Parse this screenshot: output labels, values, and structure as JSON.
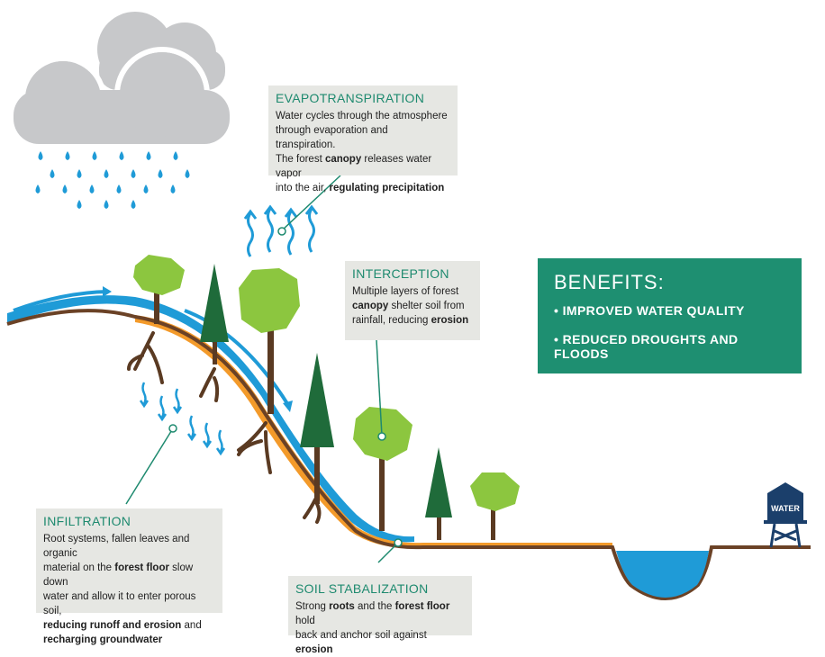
{
  "evapotranspiration": {
    "title": "EVAPOTRANSPIRATION",
    "line1": "Water cycles through the atmosphere",
    "line2": "through evaporation and transpiration.",
    "line3_pre": "The forest ",
    "line3_bold": "canopy",
    "line3_post": " releases water vapor",
    "line4_pre": "into the air, ",
    "line4_bold": "regulating precipitation"
  },
  "interception": {
    "title": "INTERCEPTION",
    "line1": "Multiple layers of forest",
    "line2_bold": "canopy",
    "line2_post": " shelter soil from",
    "line3_pre": "rainfall, reducing ",
    "line3_bold": "erosion"
  },
  "infiltration": {
    "title": "INFILTRATION",
    "line1": "Root systems, fallen leaves and organic",
    "line2_pre": "material on the ",
    "line2_bold": "forest floor",
    "line2_post": " slow down",
    "line3": "water and allow it to enter porous soil,",
    "line4_bold": "reducing runoff and erosion",
    "line4_post": " and",
    "line5_bold": "recharging groundwater"
  },
  "soil_stabilization": {
    "title": "SOIL STABALIZATION",
    "line1_pre": "Strong ",
    "line1_bold": "roots",
    "line1_mid": " and the ",
    "line1_bold2": "forest floor",
    "line1_post": " hold",
    "line2_pre": "back and anchor soil against ",
    "line2_bold": "erosion"
  },
  "benefits": {
    "title": "BENEFITS:",
    "items": [
      "• IMPROVED WATER QUALITY",
      "• REDUCED DROUGHTS AND FLOODS"
    ]
  },
  "water_tower_label": "WATER",
  "colors": {
    "green_text": "#1e8a6f",
    "benefits_bg": "#1e8f71",
    "callout_bg": "#e6e7e3",
    "water_blue": "#1f9bd7",
    "soil_orange": "#f39a2a",
    "ground_brown": "#6b4226",
    "tree_light": "#8cc63f",
    "tree_dark": "#1f6b3a",
    "cloud_gray": "#c7c8ca",
    "tower_navy": "#1b3f6b"
  }
}
